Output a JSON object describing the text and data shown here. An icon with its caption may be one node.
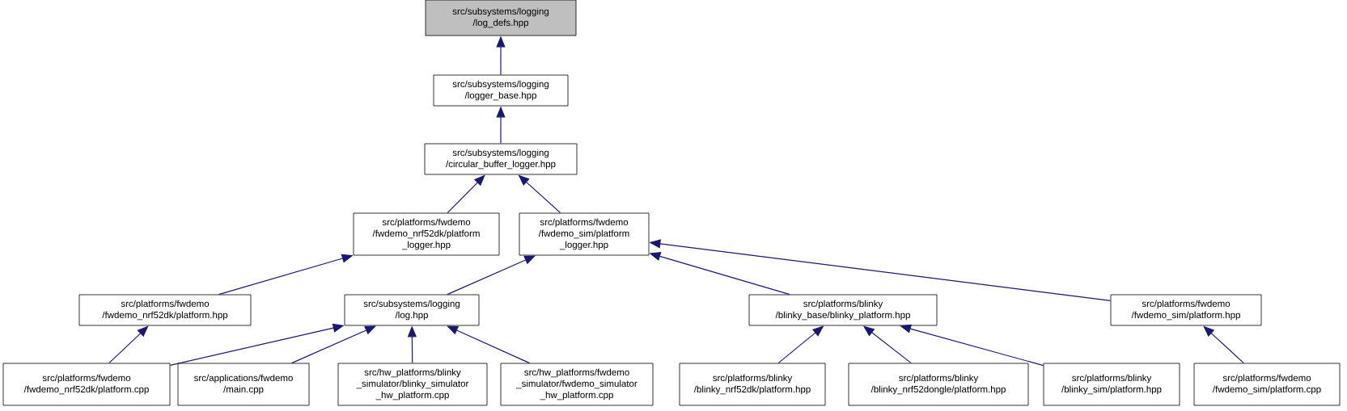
{
  "diagram": {
    "nodes": [
      {
        "text": [
          "src/subsystems/logging /log_defs.hpp"
        ]
      },
      {
        "text": [
          "src/subsystems/logging /logger_base.hpp"
        ]
      },
      {
        "text": [
          "src/subsystems/logging /circular_buffer_logger.hpp"
        ]
      },
      {
        "text": [
          "src/platforms/fwdemo /fwdemo_nrf52dk/platform _logger.hpp"
        ]
      },
      {
        "text": [
          "src/platforms/fwdemo /fwdemo_sim/platform _logger.hpp"
        ]
      },
      {
        "text": [
          "src/platforms/fwdemo /fwdemo_nrf52dk/platform.hpp"
        ]
      },
      {
        "text": [
          "src/subsystems/logging /log.hpp"
        ]
      },
      {
        "text": [
          "src/platforms/blinky /blinky_base/blinky_platform.hpp"
        ]
      },
      {
        "text": [
          "src/platforms/fwdemo /fwdemo_sim/platform.hpp"
        ]
      },
      {
        "text": [
          "src/platforms/fwdemo /fwdemo_nrf52dk/platform.cpp"
        ]
      },
      {
        "text": [
          "src/applications/fwdemo /main.cpp"
        ]
      },
      {
        "text": [
          "src/hw_platforms/blinky _simulator/blinky_simulator _hw_platform.cpp"
        ]
      },
      {
        "text": [
          "src/hw_platforms/fwdemo _simulator/fwdemo_simulator _hw_platform.cpp"
        ]
      },
      {
        "text": [
          "src/platforms/blinky /blinky_nrf52dk/platform.hpp"
        ]
      },
      {
        "text": [
          "src/platforms/blinky /blinky_nrf52dongle/platform.hpp"
        ]
      },
      {
        "text": [
          "src/platforms/blinky /blinky_sim/platform.hpp"
        ]
      },
      {
        "text": [
          "src/platforms/fwdemo /fwdemo_sim/platform.cpp"
        ]
      }
    ],
    "edges": [
      {
        "from": 1,
        "to": 0,
        "arrow": "to"
      },
      {
        "from": 2,
        "to": 1,
        "arrow": "to"
      },
      {
        "from": 3,
        "to": 2,
        "arrow": "to"
      },
      {
        "from": 4,
        "to": 2,
        "arrow": "to"
      },
      {
        "from": 5,
        "to": 3,
        "arrow": "to"
      },
      {
        "from": 6,
        "to": 4,
        "arrow": "to"
      },
      {
        "from": 7,
        "to": 4,
        "arrow": "to"
      },
      {
        "from": 8,
        "to": 4,
        "arrow": "to"
      },
      {
        "from": 9,
        "to": 5,
        "arrow": "to"
      },
      {
        "from": 9,
        "to": 6,
        "arrow": "to"
      },
      {
        "from": 10,
        "to": 6,
        "arrow": "to"
      },
      {
        "from": 11,
        "to": 6,
        "arrow": "to"
      },
      {
        "from": 12,
        "to": 6,
        "arrow": "to"
      },
      {
        "from": 13,
        "to": 7,
        "arrow": "to"
      },
      {
        "from": 14,
        "to": 7,
        "arrow": "to"
      },
      {
        "from": 15,
        "to": 7,
        "arrow": "to"
      },
      {
        "from": 16,
        "to": 8,
        "arrow": "to"
      }
    ]
  }
}
